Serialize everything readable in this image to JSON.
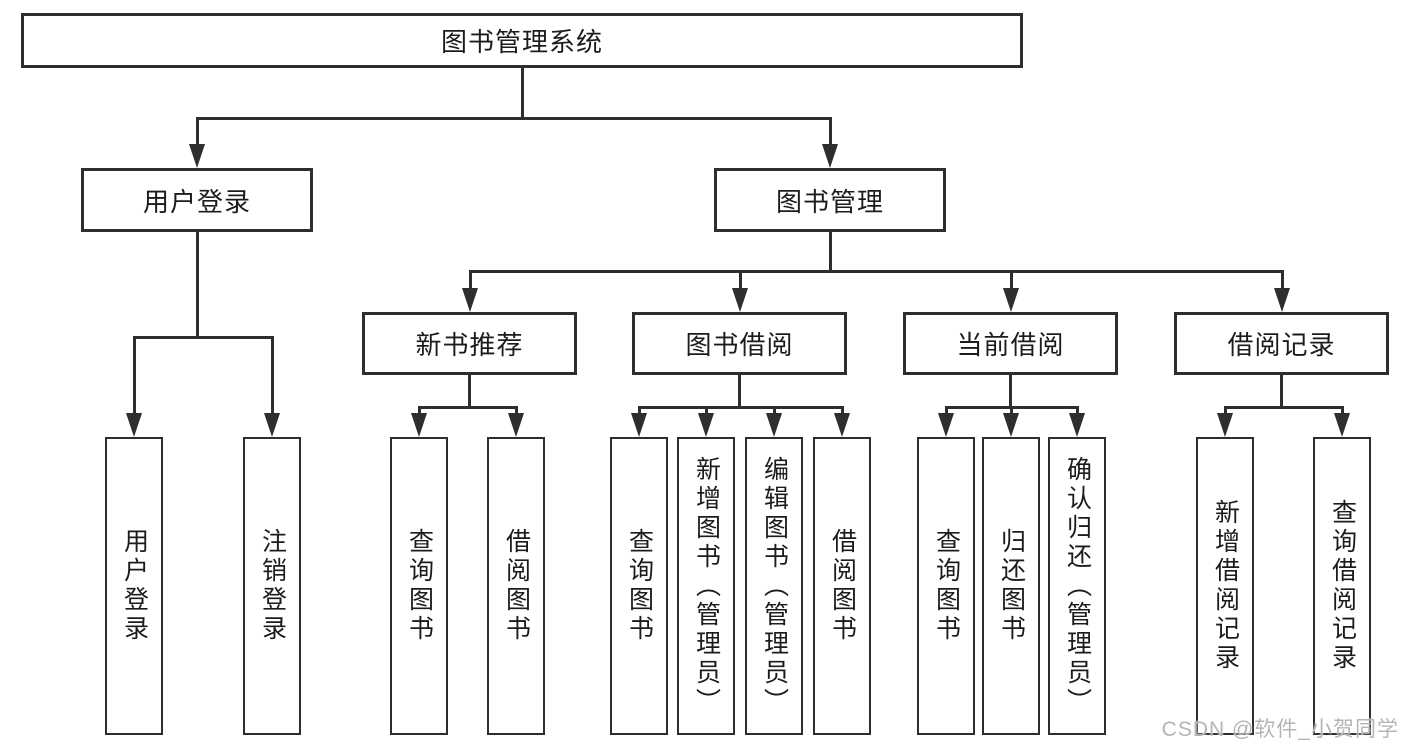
{
  "diagram": {
    "root": {
      "label": "图书管理系统"
    },
    "level2": [
      {
        "label": "用户登录"
      },
      {
        "label": "图书管理"
      }
    ],
    "modules": [
      {
        "label": "新书推荐"
      },
      {
        "label": "图书借阅"
      },
      {
        "label": "当前借阅"
      },
      {
        "label": "借阅记录"
      }
    ],
    "leaves": {
      "user_login": [
        {
          "label": "用户登录"
        },
        {
          "label": "注销登录"
        }
      ],
      "new_books": [
        {
          "label": "查询图书"
        },
        {
          "label": "借阅图书"
        }
      ],
      "book_borrow": [
        {
          "label": "查询图书"
        },
        {
          "label": "新增图书（管理员）"
        },
        {
          "label": "编辑图书（管理员）"
        },
        {
          "label": "借阅图书"
        }
      ],
      "current_borrow": [
        {
          "label": "查询图书"
        },
        {
          "label": "归还图书"
        },
        {
          "label": "确认归还（管理员）"
        }
      ],
      "borrow_records": [
        {
          "label": "新增借阅记录"
        },
        {
          "label": "查询借阅记录"
        }
      ]
    }
  },
  "colors": {
    "line": "#2e2e2e",
    "text": "#1c1c1c",
    "watermark": "#b5b5b5"
  },
  "watermark": "CSDN @软件_小贺同学"
}
